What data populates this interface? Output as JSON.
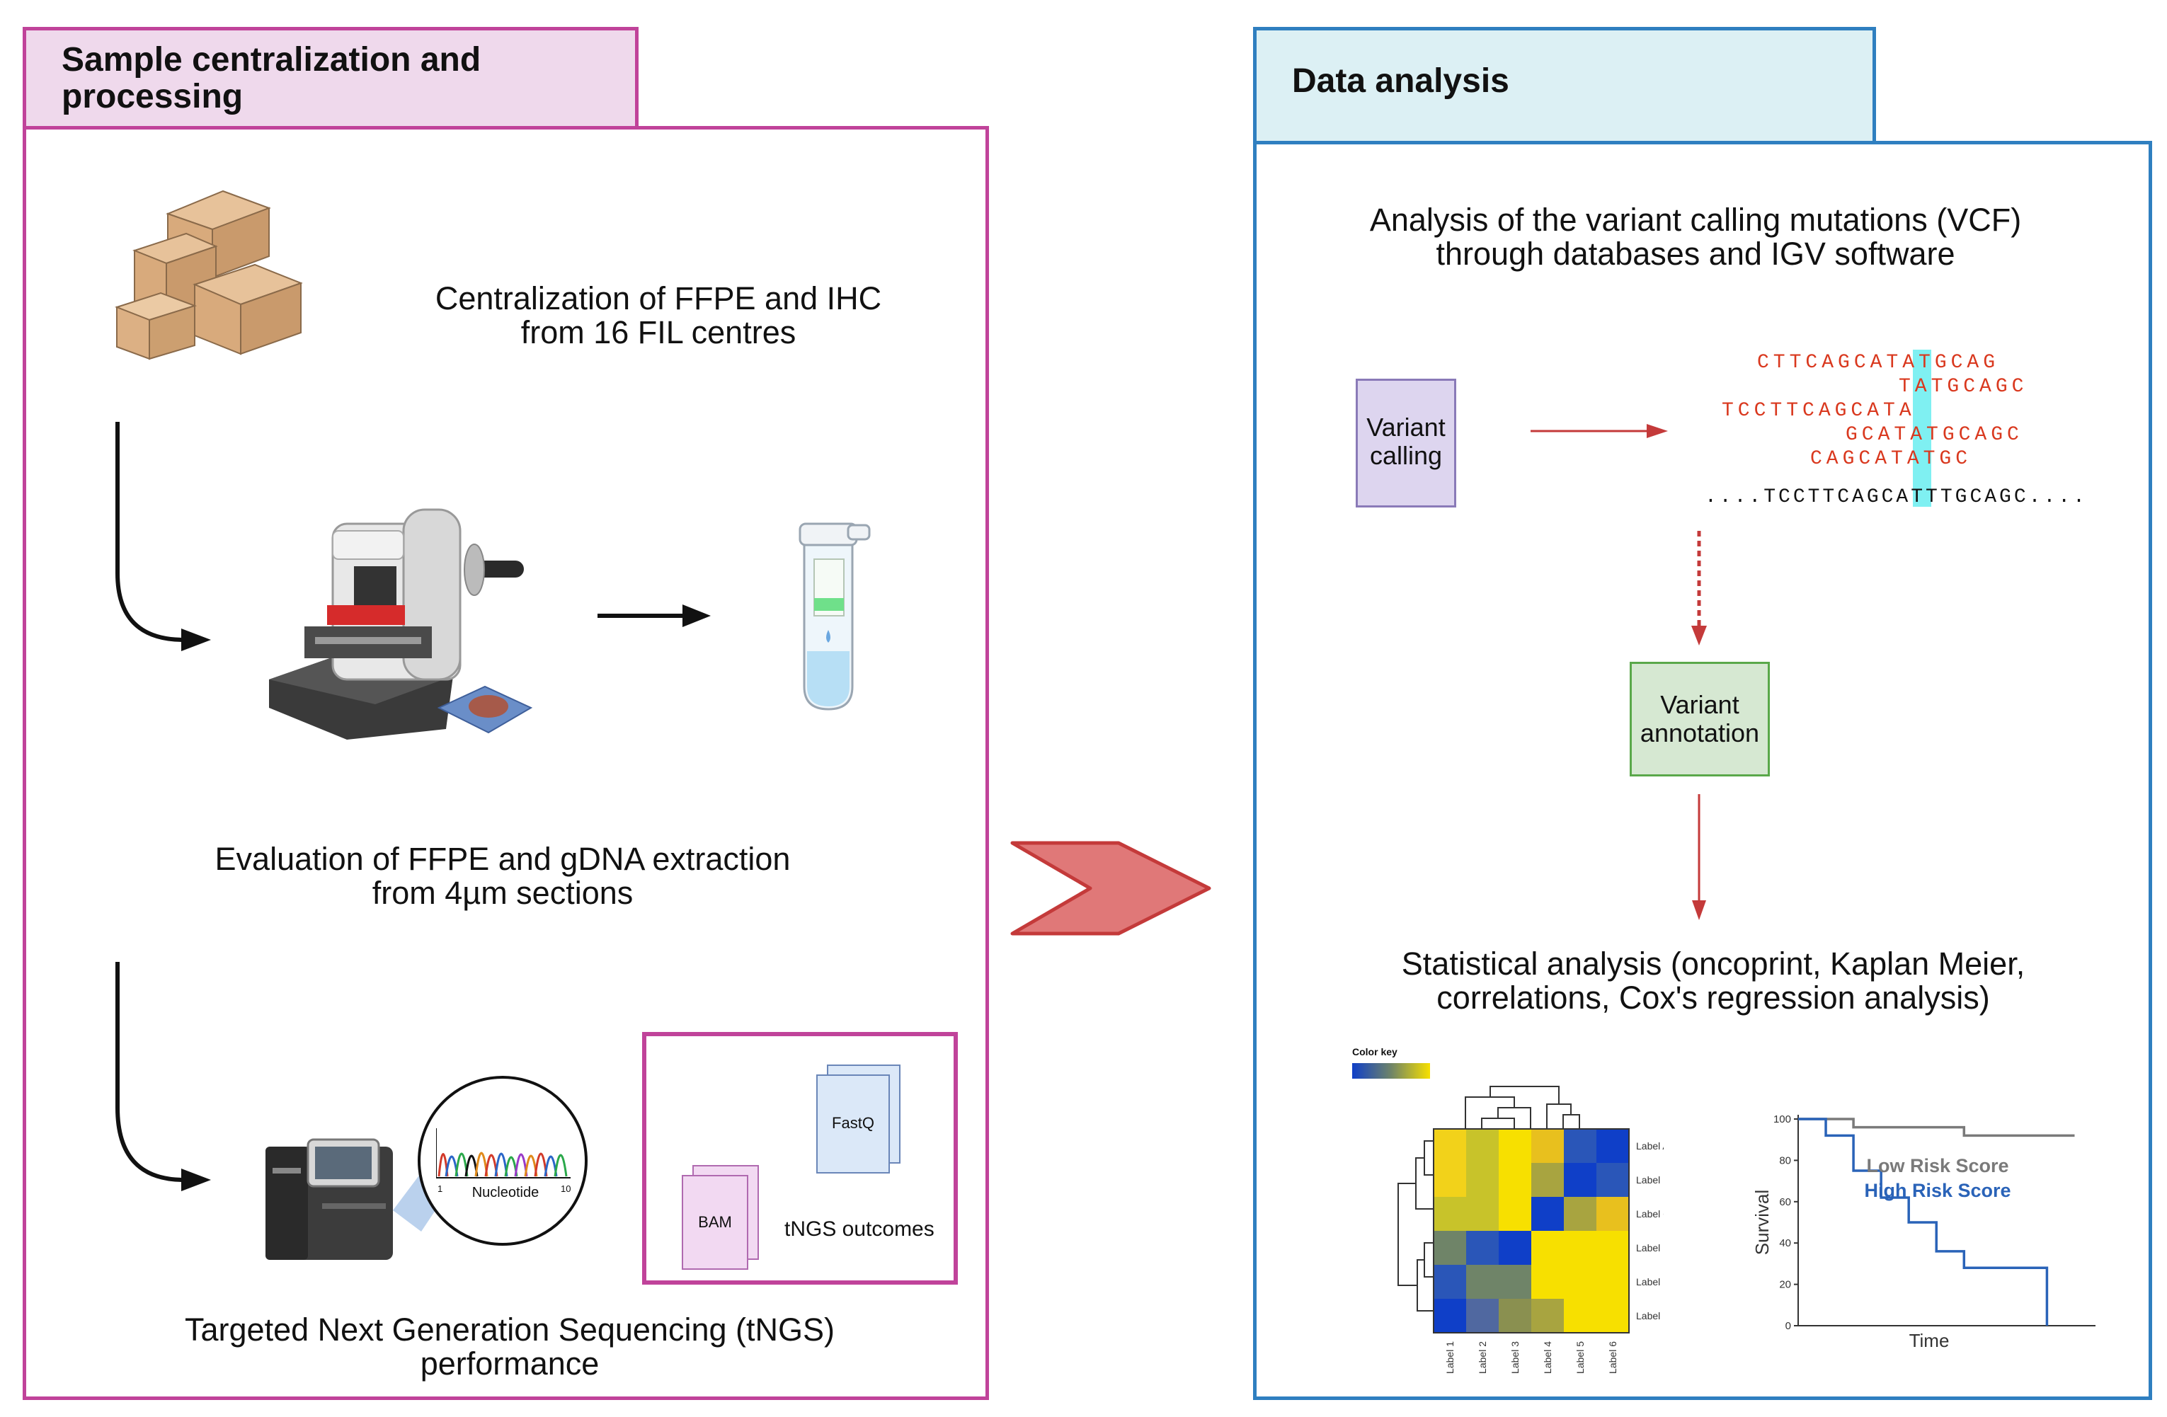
{
  "left_panel": {
    "title": "Sample centralization and processing",
    "step1": [
      "Centralization of FFPE and IHC",
      "from 16 FIL centres"
    ],
    "step2": [
      "Evaluation of FFPE and gDNA extraction",
      "from  4µm sections"
    ],
    "step3": [
      "Targeted Next Generation Sequencing (tNGS)",
      "performance"
    ],
    "chromatogram_label": "Nucleotide",
    "chromatogram_tick_start": "1",
    "chromatogram_tick_end": "10",
    "file_fastq": "FastQ",
    "file_bam": "BAM",
    "outcomes_label": "tNGS outcomes"
  },
  "right_panel": {
    "title": "Data analysis",
    "vcf_text": [
      "Analysis of the variant calling mutations (VCF)",
      "through databases and IGV software"
    ],
    "variant_calling": [
      "Variant",
      "calling"
    ],
    "reads": [
      "CTTCAGCATATGCAG",
      "TATGCAGC",
      "TCCTTCAGCATA",
      "GCATATGCAGC",
      "CAGCATATGC"
    ],
    "reference": "....TCCTTCAGCATTTGCAGC....",
    "variant_annotation": [
      "Variant",
      "annotation"
    ],
    "stats_text": [
      "Statistical analysis (oncoprint, Kaplan Meier,",
      "correlations, Cox's regression analysis)"
    ],
    "heatmap": {
      "color_key": "Color key",
      "row_labels": [
        "Label A",
        "Label B",
        "Label C",
        "Label D",
        "Label E",
        "Label F"
      ],
      "col_labels": [
        "Label 1",
        "Label 2",
        "Label 3",
        "Label 4",
        "Label 5",
        "Label 6"
      ],
      "cells": [
        [
          "#f2d21a",
          "#c8c32a",
          "#f7e000",
          "#e8c01e",
          "#2a56b8",
          "#0f3fc8"
        ],
        [
          "#f2d21a",
          "#c8c32a",
          "#f7e000",
          "#a8a440",
          "#0f3fc8",
          "#2a56b8"
        ],
        [
          "#c8c32a",
          "#c8c32a",
          "#f7e000",
          "#0f3fc8",
          "#a8a440",
          "#e8c01e"
        ],
        [
          "#6f8468",
          "#2a56b8",
          "#0f3fc8",
          "#f7e000",
          "#f7e000",
          "#f7e000"
        ],
        [
          "#2a56b8",
          "#6f8468",
          "#6f8468",
          "#f7e000",
          "#f7e000",
          "#f7e000"
        ],
        [
          "#0f3fc8",
          "#5068a0",
          "#8a9050",
          "#a8a440",
          "#f7e000",
          "#f7e000"
        ]
      ]
    }
  },
  "chart_data": {
    "type": "line",
    "xlabel": "Time",
    "ylabel": "Survival",
    "ylim": [
      0,
      100
    ],
    "yticks": [
      "100",
      "80",
      "60",
      "40",
      "20",
      "0"
    ],
    "series": [
      {
        "name": "Low Risk Score",
        "color": "#7a7a7a",
        "x": [
          0,
          2,
          2,
          6,
          6,
          10
        ],
        "y": [
          100,
          100,
          96,
          96,
          92,
          92
        ]
      },
      {
        "name": "High Risk Score",
        "color": "#2a63b8",
        "x": [
          0,
          1,
          1,
          2,
          2,
          3,
          3,
          4,
          4,
          5,
          5,
          6,
          6,
          7,
          7,
          9,
          9
        ],
        "y": [
          100,
          100,
          92,
          92,
          75,
          75,
          62,
          62,
          50,
          50,
          36,
          36,
          28,
          28,
          28,
          28,
          0
        ]
      }
    ]
  },
  "colors": {
    "pink_border": "#c0439a",
    "pink_fill": "#efd9ec",
    "blue_border": "#2f7fc0",
    "blue_fill": "#dcf0f4",
    "red_chevron": "#e07878",
    "variant_calling_fill": "#ddd5ef",
    "variant_annotation_fill": "#d6e8d2",
    "dna_red": "#d9381e",
    "highlight_cyan": "#7ff0f2"
  },
  "icons": [
    "boxes-icon",
    "microtome-icon",
    "tube-icon",
    "sequencer-icon",
    "magnifier-icon",
    "file-icon"
  ]
}
